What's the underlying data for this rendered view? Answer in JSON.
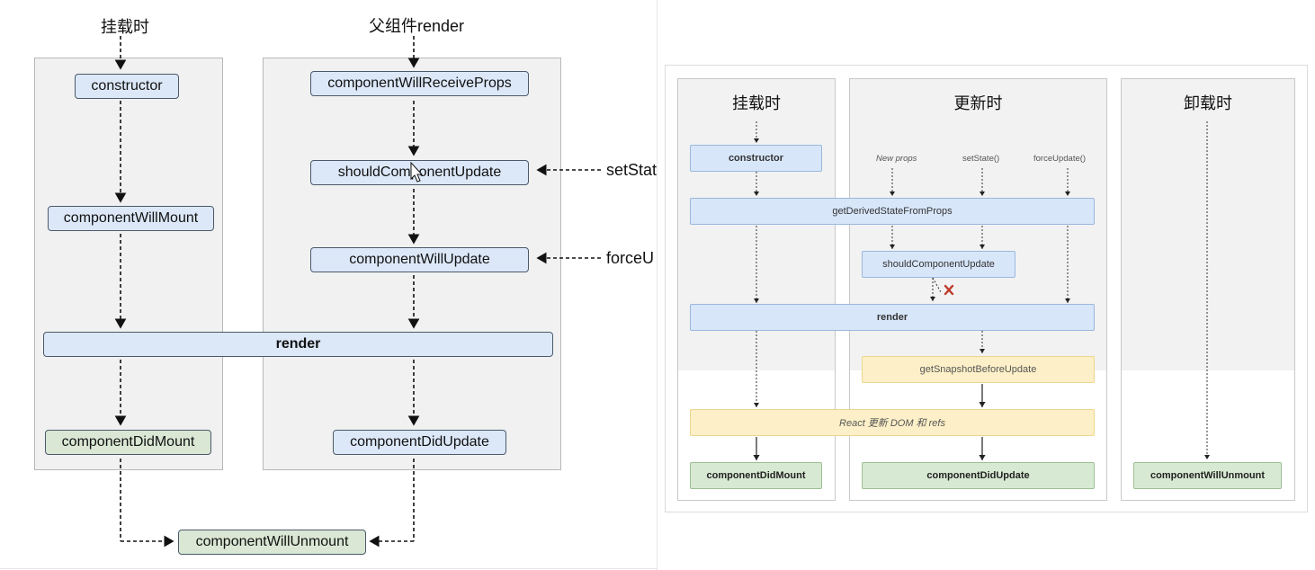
{
  "old_lifecycle": {
    "mount_label": "挂载时",
    "parent_render_label": "父组件render",
    "constructor": "constructor",
    "will_mount": "componentWillMount",
    "will_receive_props": "componentWillReceiveProps",
    "should_update": "shouldComponentUpdate",
    "will_update": "componentWillUpdate",
    "render": "render",
    "did_mount": "componentDidMount",
    "did_update": "componentDidUpdate",
    "will_unmount": "componentWillUnmount",
    "set_state_label": "setStat",
    "force_update_label": "forceU"
  },
  "new_lifecycle": {
    "mount_title": "挂载时",
    "update_title": "更新时",
    "unmount_title": "卸载时",
    "constructor": "constructor",
    "new_props": "New props",
    "set_state": "setState()",
    "force_update": "forceUpdate()",
    "get_derived_state": "getDerivedStateFromProps",
    "should_update": "shouldComponentUpdate",
    "render": "render",
    "get_snapshot": "getSnapshotBeforeUpdate",
    "react_update_dom": "React 更新 DOM 和 refs",
    "did_mount": "componentDidMount",
    "did_update": "componentDidUpdate",
    "will_unmount": "componentWillUnmount"
  },
  "colors": {
    "node_blue": "#dce8f8",
    "node_green": "#d9e7d4",
    "node_yellow": "#fdf0c8",
    "cancel_mark": "#c0392b"
  },
  "icons": {
    "cursor": "mouse-cursor-icon",
    "cancel": "cross-mark-icon"
  }
}
